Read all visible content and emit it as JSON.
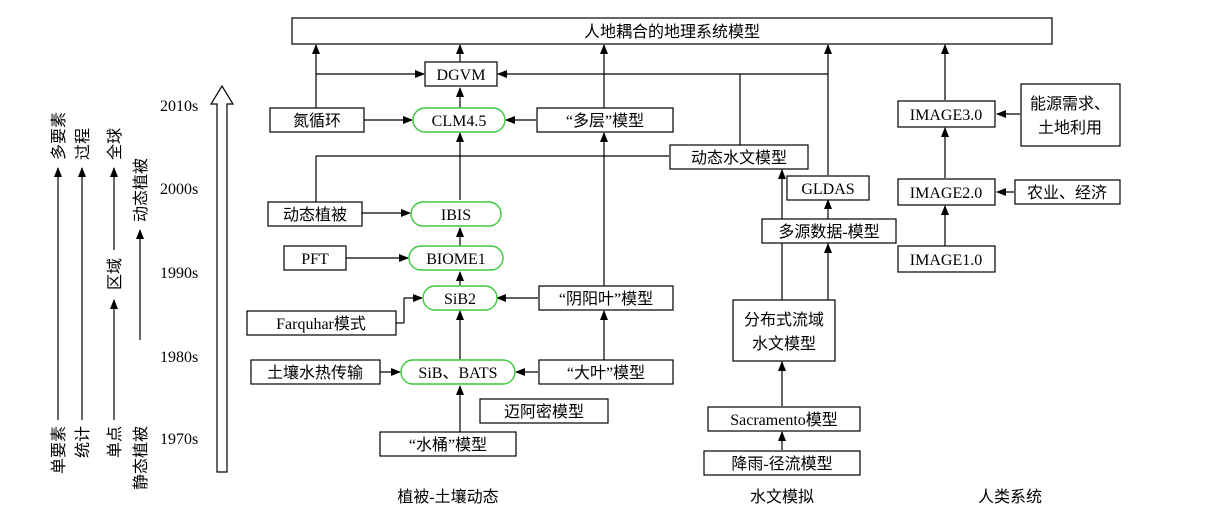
{
  "diagram": {
    "title_box": "人地耦合的地理系统模型",
    "years": [
      "2010s",
      "2000s",
      "1990s",
      "1980s",
      "1970s"
    ],
    "left_axes": [
      {
        "bottom": "单要素",
        "top": "多要素"
      },
      {
        "bottom": "统计",
        "top": "过程"
      },
      {
        "bottom": "单点",
        "mid": "区域",
        "top": "全球"
      },
      {
        "bottom": "静态植被",
        "top": "动态植被"
      }
    ],
    "vegetation_nodes": {
      "dgvm": "DGVM",
      "nitrogen": "氮循环",
      "clm45": "CLM4.5",
      "multilayer": "“多层”模型",
      "dynveg": "动态植被",
      "ibis": "IBIS",
      "pft": "PFT",
      "biome1": "BIOME1",
      "sib2": "SiB2",
      "yinyang": "“阴阳叶”模型",
      "farquhar": "Farquhar模式",
      "soil_heat": "土壤水热传输",
      "sib_bats": "SiB、BATS",
      "bigleaf": "“大叶”模型",
      "miami": "迈阿密模型",
      "bucket": "“水桶”模型"
    },
    "hydrology_nodes": {
      "dyn_hydro": "动态水文模型",
      "gldas": "GLDAS",
      "multisource": "多源数据-模型",
      "distributed_line1": "分布式流域",
      "distributed_line2": "水文模型",
      "sacramento": "Sacramento模型",
      "rainfall_runoff": "降雨-径流模型"
    },
    "human_nodes": {
      "image3": "IMAGE3.0",
      "energy_line1": "能源需求、",
      "energy_line2": "土地利用",
      "image2": "IMAGE2.0",
      "agri": "农业、经济",
      "image1": "IMAGE1.0"
    },
    "bottom_labels": {
      "vegetation": "植被-土壤动态",
      "hydrology": "水文模拟",
      "human": "人类系统"
    },
    "colors": {
      "pill_border": "#3cc83c",
      "line": "#000000"
    }
  }
}
